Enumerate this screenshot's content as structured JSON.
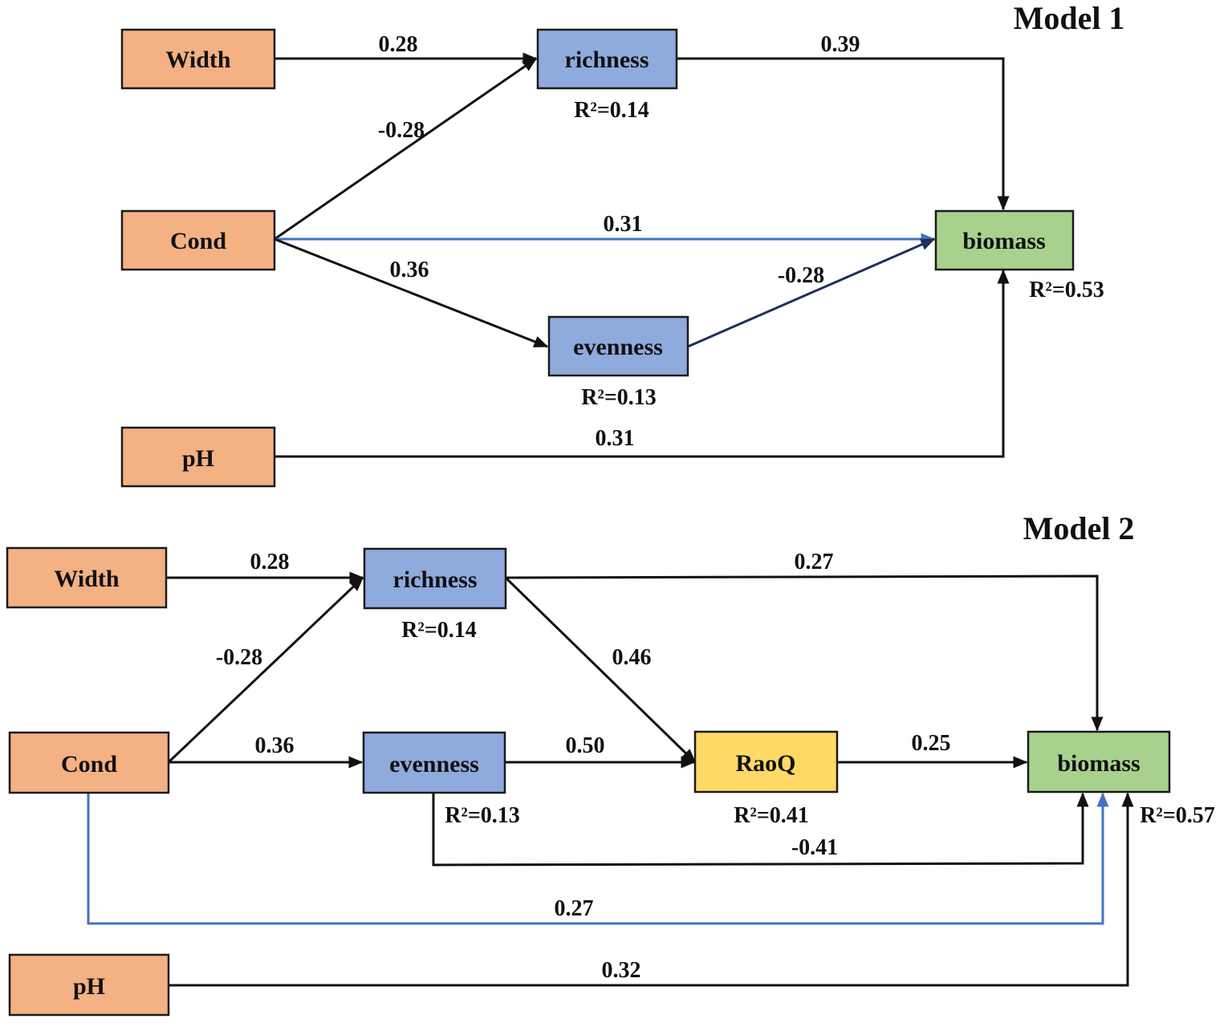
{
  "colors": {
    "exogenous": "#f4b183",
    "diversity": "#8faadc",
    "functional": "#ffd966",
    "response": "#a9d18e",
    "black_path": "#111111",
    "blue_path": "#4472c4",
    "navy_path": "#1f2f5a"
  },
  "model1": {
    "title": "Model 1",
    "nodes": {
      "width": "Width",
      "cond": "Cond",
      "ph": "pH",
      "richness": "richness",
      "evenness": "evenness",
      "biomass": "biomass"
    },
    "r2": {
      "richness": "R²=0.14",
      "evenness": "R²=0.13",
      "biomass": "R²=0.53"
    },
    "paths": {
      "width_richness": "0.28",
      "cond_richness": "-0.28",
      "cond_biomass": "0.31",
      "cond_evenness": "0.36",
      "evenness_biomass": "-0.28",
      "richness_biomass": "0.39",
      "ph_biomass": "0.31"
    }
  },
  "model2": {
    "title": "Model 2",
    "nodes": {
      "width": "Width",
      "cond": "Cond",
      "ph": "pH",
      "richness": "richness",
      "evenness": "evenness",
      "raoq": "RaoQ",
      "biomass": "biomass"
    },
    "r2": {
      "richness": "R²=0.14",
      "evenness": "R²=0.13",
      "raoq": "R²=0.41",
      "biomass": "R²=0.57"
    },
    "paths": {
      "width_richness": "0.28",
      "richness_biomass": "0.27",
      "cond_richness": "-0.28",
      "richness_raoq": "0.46",
      "cond_evenness": "0.36",
      "evenness_raoq": "0.50",
      "raoq_biomass": "0.25",
      "evenness_biomass": "-0.41",
      "cond_biomass": "0.27",
      "ph_biomass": "0.32"
    }
  }
}
